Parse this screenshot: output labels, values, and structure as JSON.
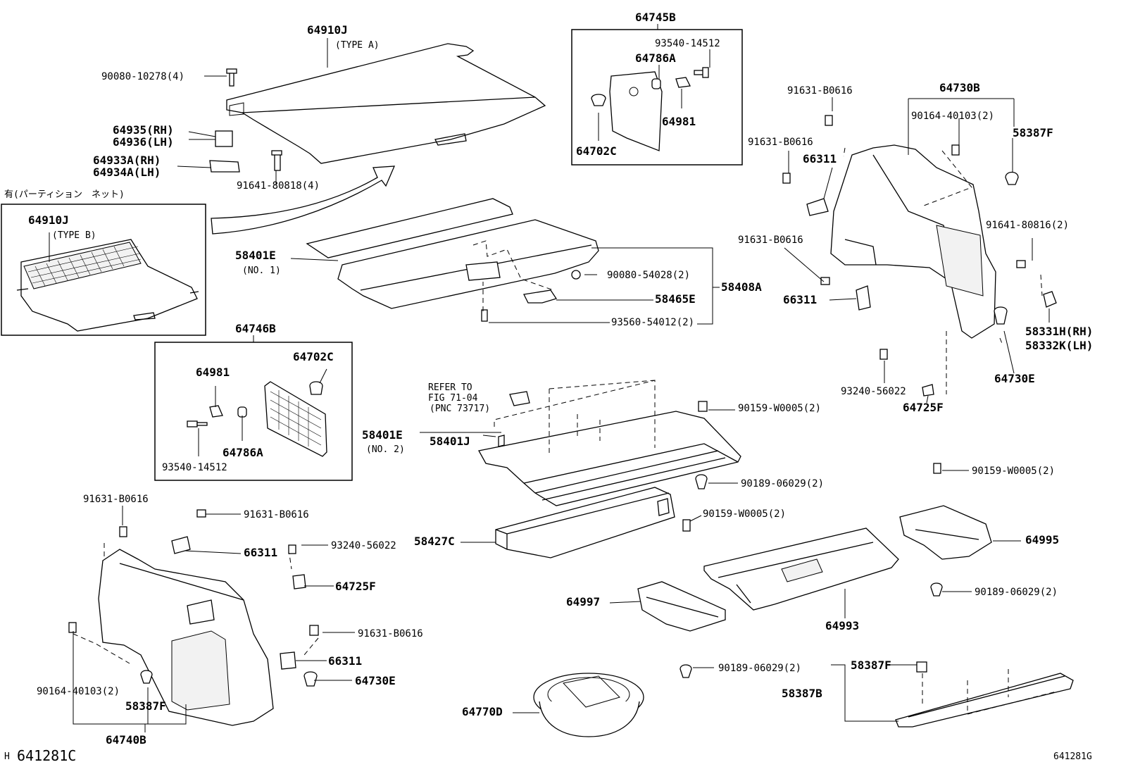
{
  "diagram": {
    "footer_left_mark": "H",
    "footer_left_code": "641281C",
    "footer_right_code": "641281G",
    "callouts": {
      "p64910J_a": "64910J",
      "typeA": "(TYPE A)",
      "p90080_10278": "90080-10278(4)",
      "p64935": "64935(RH)",
      "p64936": "64936(LH)",
      "p64933A": "64933A(RH)",
      "p64934A": "64934A(LH)",
      "p91641_80818": "91641-80818(4)",
      "partition_note": "有(パーティション　ネット)",
      "p64910J_b": "64910J",
      "typeB": "(TYPE B)",
      "p58401E_1": "58401E",
      "no1": "(NO. 1)",
      "p90080_54028": "90080-54028(2)",
      "p58408A": "58408A",
      "p58465E": "58465E",
      "p93560_54012": "93560-54012(2)",
      "p64745B": "64745B",
      "p93540_14512_a": "93540-14512",
      "p64786A_a": "64786A",
      "p64981_a": "64981",
      "p64702C_a": "64702C",
      "p64746B": "64746B",
      "p64981_b": "64981",
      "p64702C_b": "64702C",
      "p64786A_b": "64786A",
      "p93540_14512_b": "93540-14512",
      "refer1": "REFER TO",
      "refer2": "FIG 71-04",
      "refer3": "(PNC 73717)",
      "p58401E_2": "58401E",
      "no2": "(NO. 2)",
      "p58401J": "58401J",
      "p90159_W0005_a": "90159-W0005(2)",
      "p90189_06029_a": "90189-06029(2)",
      "p58427C": "58427C",
      "p90159_W0005_b": "90159-W0005(2)",
      "p64997": "64997",
      "p90189_06029_b": "90189-06029(2)",
      "p64993": "64993",
      "p64770D": "64770D",
      "p90159_W0005_c": "90159-W0005(2)",
      "p64995": "64995",
      "p90189_06029_c": "90189-06029(2)",
      "p58387F_a": "58387F",
      "p58387B": "58387B",
      "p91631_B0616_a": "91631-B0616",
      "p64730B": "64730B",
      "p90164_40103_a": "90164-40103(2)",
      "p58387F_b": "58387F",
      "p91631_B0616_b": "91631-B0616",
      "p66311_a": "66311",
      "p91641_80816": "91641-80816(2)",
      "p91631_B0616_c": "91631-B0616",
      "p66311_b": "66311",
      "p58331H": "58331H(RH)",
      "p58332K": "58332K(LH)",
      "p64730E_a": "64730E",
      "p93240_56022_a": "93240-56022",
      "p64725F_a": "64725F",
      "p91631_B0616_d": "91631-B0616",
      "p91631_B0616_e": "91631-B0616",
      "p66311_c": "66311",
      "p93240_56022_b": "93240-56022",
      "p64725F_b": "64725F",
      "p91631_B0616_f": "91631-B0616",
      "p66311_d": "66311",
      "p64730E_b": "64730E",
      "p90164_40103_b": "90164-40103(2)",
      "p58387F_c": "58387F",
      "p64740B": "64740B"
    }
  }
}
